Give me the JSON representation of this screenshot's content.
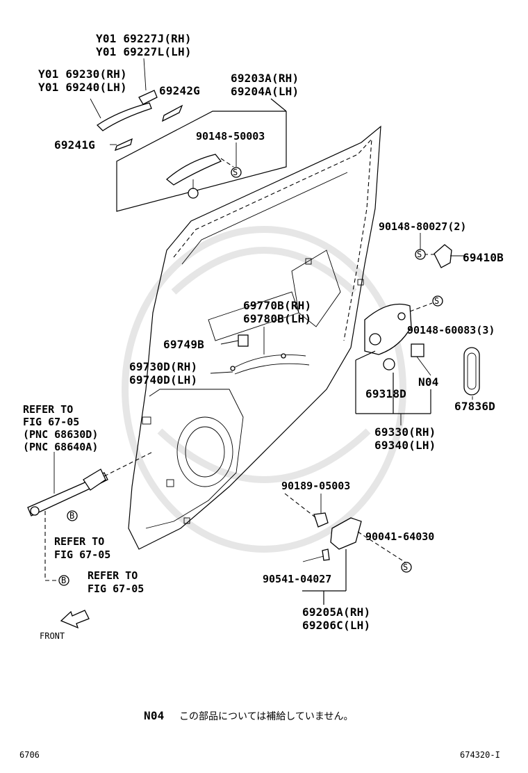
{
  "labels": {
    "handle_rh_line1": "Y01 69227J(RH)",
    "handle_rh_line2": "Y01 69227L(LH)",
    "handle_frame_line1": "Y01 69230(RH)",
    "handle_frame_line2": "Y01 69240(LH)",
    "cover_g": "69242G",
    "pad_g": "69241G",
    "outer_handle_assy_line1": "69203A(RH)",
    "outer_handle_assy_line2": "69204A(LH)",
    "screw_50003": "90148-50003",
    "screw_80027": "90148-80027(2)",
    "striker": "69410B",
    "screw_60083": "90148-60083(3)",
    "rod_line1": "69770B(RH)",
    "rod_line2": "69780B(LH)",
    "clip_b": "69749B",
    "cable_line1": "69730D(RH)",
    "cable_line2": "69740D(LH)",
    "cushion": "69318D",
    "n04": "N04",
    "seal": "67836D",
    "lock_assy_line1": "69330(RH)",
    "lock_assy_line2": "69340(LH)",
    "refer1_line1": "REFER TO",
    "refer1_line2": "FIG 67-05",
    "refer1_line3": "(PNC 68630D)",
    "refer1_line4": "(PNC 68640A)",
    "refer2_line1": "REFER TO",
    "refer2_line2": "FIG 67-05",
    "refer3_line1": "REFER TO",
    "refer3_line2": "FIG 67-05",
    "screw_05003": "90189-05003",
    "screw_64030": "90041-64030",
    "bolt_04027": "90541-04027",
    "inner_handle_line1": "69205A(RH)",
    "inner_handle_line2": "69206C(LH)",
    "front": "FRONT",
    "note_code": "N04",
    "note_text": "この部品については補給していません。",
    "page_left": "6706",
    "page_right": "674320-I",
    "marker_s": "S",
    "marker_b": "B"
  }
}
